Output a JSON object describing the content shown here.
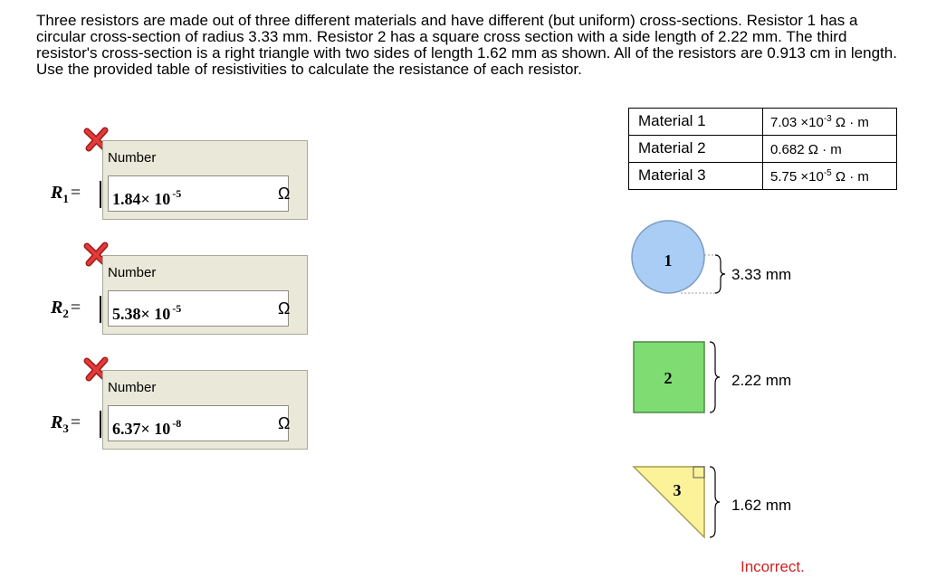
{
  "problem_text": "Three resistors are made out of three different materials and have different (but uniform) cross-sections. Resistor 1 has a circular cross-section of radius 3.33 mm. Resistor 2 has a square cross section with a side length of 2.22 mm. The third resistor's cross-section is a right triangle with two sides of length 1.62 mm as shown. All of the resistors are 0.913 cm in length. Use the provided table of resistivities to calculate the resistance of each resistor.",
  "answers": [
    {
      "var": "R",
      "sub": "1",
      "eq": "=",
      "number_label": "Number",
      "mantissa": "1.84",
      "times": "× 10",
      "exponent": "-5",
      "unit": "Ω",
      "status_icon": "x-icon"
    },
    {
      "var": "R",
      "sub": "2",
      "eq": "=",
      "number_label": "Number",
      "mantissa": "5.38",
      "times": "× 10",
      "exponent": "-5",
      "unit": "Ω",
      "status_icon": "x-icon"
    },
    {
      "var": "R",
      "sub": "3",
      "eq": "=",
      "number_label": "Number",
      "mantissa": "6.37",
      "times": "× 10",
      "exponent": "-8",
      "unit": "Ω",
      "status_icon": "x-icon"
    }
  ],
  "table": [
    {
      "material": "Material 1",
      "coef": "7.03 ×10",
      "exp": "-3",
      "unit": " Ω · m"
    },
    {
      "material": "Material 2",
      "coef": "0.682 Ω · m",
      "exp": "",
      "unit": ""
    },
    {
      "material": "Material 3",
      "coef": "5.75 ×10",
      "exp": "-5",
      "unit": " Ω · m"
    }
  ],
  "shapes": {
    "circle": {
      "number": "1",
      "dimension": "3.33 mm",
      "color": "#aacdf5"
    },
    "square": {
      "number": "2",
      "dimension": "2.22 mm",
      "color": "#7fdc73"
    },
    "triangle": {
      "number": "3",
      "dimension": "1.62 mm",
      "color": "#fbf29a"
    }
  },
  "status": "Incorrect.",
  "colors": {
    "status": "#cc2222",
    "x_icon": "#cc2222",
    "panel": "#e9e8d9"
  }
}
